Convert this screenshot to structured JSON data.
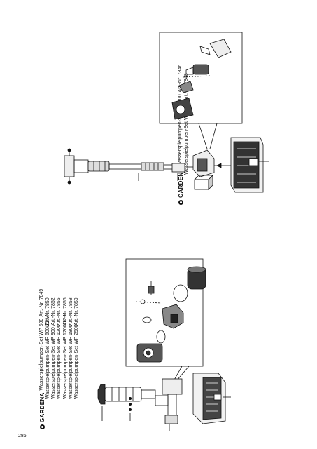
{
  "page": {
    "number": "286"
  },
  "left_block": {
    "brand": "GARDENA",
    "products": [
      {
        "name": "Wasserspielpumpen-Set WP 600",
        "art": "Art.-Nr. 7849"
      },
      {
        "name": "Wasserspielpumpen-Set WP 600/12 V",
        "art": "Art.-Nr. 7850"
      },
      {
        "name": "Wasserspielpumpen-Set WP 900",
        "art": "Art.-Nr. 7852"
      },
      {
        "name": "Wasserspielpumpen-Set WP 1200",
        "art": "Art.-Nr. 7855"
      },
      {
        "name": "Wasserspielpumpen-Set WP 1200/12 V",
        "art": "Art.-Nr. 7856"
      },
      {
        "name": "Wasserspielpumpen-Set WP 1800",
        "art": "Art.-Nr. 7858"
      },
      {
        "name": "Wasserspielpumpen-Set WP 2500",
        "art": "Art.-Nr. 7859"
      }
    ]
  },
  "right_block": {
    "brand": "GARDENA",
    "products": [
      {
        "name": "Wasserspielpumpen-Set W 6000",
        "art": "Art.-Nr. 7846"
      },
      {
        "name": "Wasserspielpumpen-Set W 8000",
        "art": "Art.-Nr. 7848"
      }
    ]
  },
  "icons": [
    "gardena-logo-icon",
    "exploded-parts-drawing"
  ]
}
